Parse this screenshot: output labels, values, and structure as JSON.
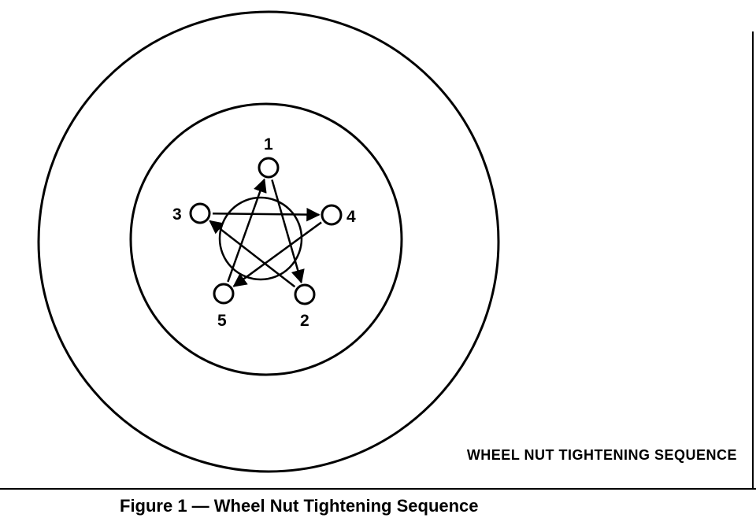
{
  "diagram": {
    "caption": "WHEEL NUT TIGHTENING SEQUENCE",
    "nuts": [
      {
        "label": "1"
      },
      {
        "label": "2"
      },
      {
        "label": "3"
      },
      {
        "label": "4"
      },
      {
        "label": "5"
      }
    ],
    "sequence": [
      "1",
      "2",
      "3",
      "4",
      "5",
      "1"
    ]
  },
  "figure": {
    "caption": "Figure 1 — Wheel Nut Tightening Sequence"
  }
}
